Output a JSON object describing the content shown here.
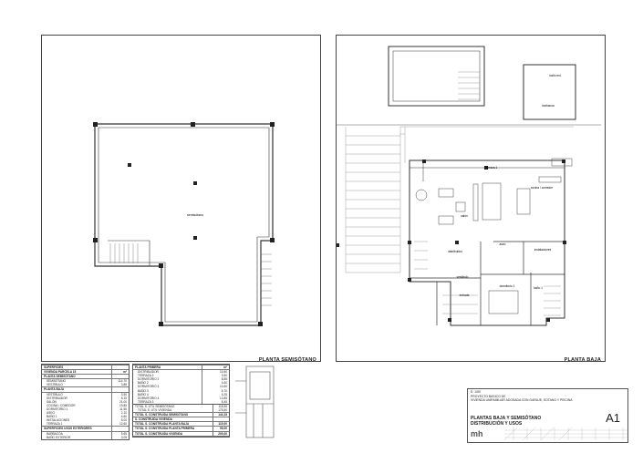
{
  "sheet": {
    "left_plan_title": "PLANTA SEMISÓTANO",
    "right_plan_title": "PLANTA BAJA"
  },
  "left_plan": {
    "rooms": [
      "semisótano"
    ]
  },
  "right_plan": {
    "rooms": [
      "terraza 1",
      "cocina / comedor",
      "salón",
      "distribuidor",
      "aseo",
      "instalaciones",
      "dormitorio 1",
      "baño 1",
      "entrada",
      "vestíbulo",
      "barbacoa",
      "baño ext."
    ]
  },
  "surfaces_table": {
    "rows": [
      {
        "label": "SUPERFICIES",
        "value": "",
        "header": true
      },
      {
        "label": "VIVIENDA PARCELA 15",
        "value": "m²",
        "header": true
      },
      {
        "label": "PLANTA SEMISÓTANO",
        "value": "",
        "header": true
      },
      {
        "label": "SEMISÓTANO",
        "value": "114,70"
      },
      {
        "label": "VESTÍBULO",
        "value": "3,85"
      },
      {
        "label": "PLANTA BAJA",
        "value": "",
        "header": true
      },
      {
        "label": "VESTÍBULO",
        "value": "3,90"
      },
      {
        "label": "DISTRIBUIDOR",
        "value": "8,15"
      },
      {
        "label": "SALÓN",
        "value": "21,00"
      },
      {
        "label": "COCINA / COMEDOR",
        "value": "19,85"
      },
      {
        "label": "DORMITORIO 1",
        "value": "11,55"
      },
      {
        "label": "ASEO",
        "value": "2,10"
      },
      {
        "label": "BAÑO 1",
        "value": "4,60"
      },
      {
        "label": "INSTALACIONES",
        "value": "5,00"
      },
      {
        "label": "TERRAZA 1",
        "value": "12,60"
      },
      {
        "label": "SUPERFICIES USOS EXTERIORES",
        "value": "",
        "header": true
      },
      {
        "label": "BARBACOA",
        "value": "5,65"
      },
      {
        "label": "BAÑO EXTERIOR",
        "value": "3,05"
      }
    ]
  },
  "upper_table": {
    "rows": [
      {
        "label": "PLANTA PRIMERA",
        "value": "m²",
        "header": true
      },
      {
        "label": "DISTRIBUIDOR",
        "value": "10,50"
      },
      {
        "label": "TERRAZA 2",
        "value": "3,50"
      },
      {
        "label": "DORMITORIO 2",
        "value": "8,85"
      },
      {
        "label": "BAÑO 2",
        "value": "4,60"
      },
      {
        "label": "DORMITORIO 3",
        "value": "10,60"
      },
      {
        "label": "BAÑO 3",
        "value": "5,70"
      },
      {
        "label": "BAÑO 4",
        "value": "5,25"
      },
      {
        "label": "DORMITORIO 4",
        "value": "13,85"
      },
      {
        "label": "TERRAZA 3",
        "value": "8,45"
      }
    ],
    "totals": [
      {
        "label": "TOTAL S. ÚTIL SEMISÓTANO",
        "value": "118,55"
      },
      {
        "label": "TOTAL S. ÚTIL VIVIENDA",
        "value": "178,50"
      }
    ],
    "construida_semisotano": {
      "label": "TOTAL S. CONSTRUIDA SEMISÓTANO",
      "value": "144,15"
    },
    "construida": [
      {
        "label": "S. CONSTRUIDA VIVIENDA",
        "value": ""
      },
      {
        "label": "TOTAL S. CONSTRUIDA PLANTA BAJA",
        "value": "115,00"
      },
      {
        "label": "TOTAL S. CONSTRUIDA PLANTA PRIMERA",
        "value": "95,00"
      },
      {
        "label": "TOTAL S. CONSTRUIDA VIVIENDA",
        "value": "209,00"
      }
    ]
  },
  "title_block": {
    "scale": "E: 1/50",
    "project_line1": "PROYECTO BASICO DE",
    "project_line2": "VIVIENDA UNIFAMILIAR ADOSADA CON GARAJE, SOTANO Y PISCINA",
    "sheet_title_1": "PLANTAS BAJA Y SEMISÓTANO",
    "sheet_title_2": "DISTRIBUCIÓN Y USOS",
    "sheet_number": "A1",
    "logo": "mh"
  }
}
